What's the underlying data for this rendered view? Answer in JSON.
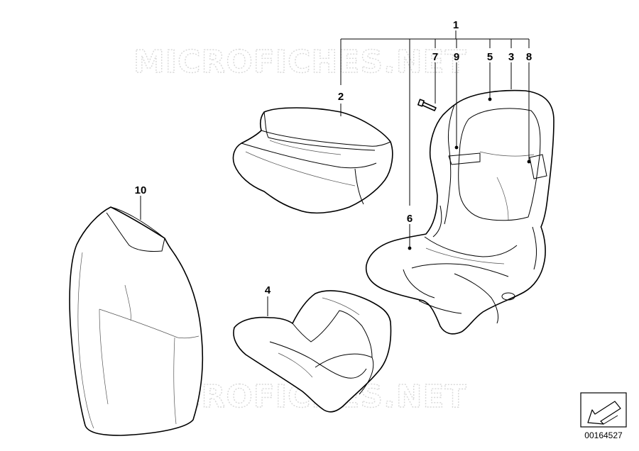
{
  "watermarks": [
    "MICROFICHES.NET",
    "MICROFICHES.NET"
  ],
  "callouts": {
    "c1": "1",
    "c2": "2",
    "c3": "3",
    "c4": "4",
    "c5": "5",
    "c6": "6",
    "c7": "7",
    "c8": "8",
    "c9": "9",
    "c10": "10"
  },
  "part_id": "00164527"
}
